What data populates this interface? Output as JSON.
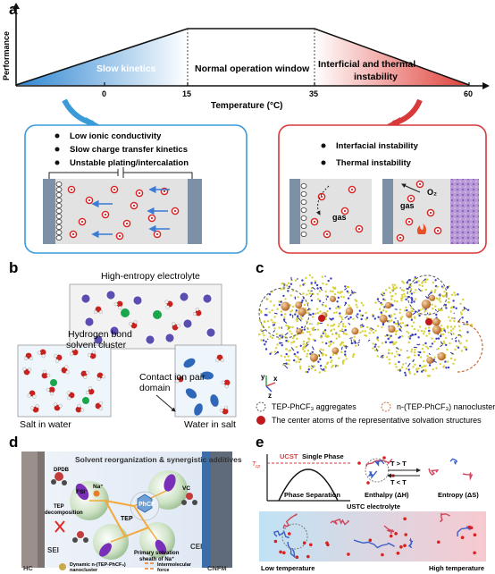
{
  "panels": {
    "a": {
      "letter": "a",
      "ylabel": "Performance",
      "xlabel": "Temperature (°C)",
      "ticks": [
        "0",
        "15",
        "35",
        "60"
      ],
      "regions": {
        "slow": "Slow kinetics",
        "normal": "Normal operation window",
        "high_line1": "Interficial and thermal",
        "high_line2": "instability"
      },
      "low_box": {
        "bullets": [
          "Low ionic conductivity",
          "Slow charge transfer kinetics",
          "Unstable plating/intercalation"
        ]
      },
      "high_box": {
        "bullets": [
          "Interfacial instability",
          "Thermal instability"
        ],
        "gas1": "gas",
        "gas2": "gas",
        "o2": "O₂"
      }
    },
    "b": {
      "letter": "b",
      "high_entropy": "High-entropy electrolyte",
      "hbond_line1": "Hydrogen bond",
      "hbond_line2": "solvent cluster",
      "contact_line1": "Contact ion pair",
      "contact_line2": "domain",
      "salt_in_water": "Salt in water",
      "water_in_salt": "Water in salt"
    },
    "c": {
      "letter": "c",
      "legend1": "TEP-PhCF₃ aggregates",
      "legend2": "n-(TEP-PhCF₃) nanoclusters",
      "legend3": "The center atoms of the representative solvation structures",
      "axis_y": "y",
      "axis_x": "x",
      "axis_z": "z"
    },
    "d": {
      "letter": "d",
      "title": "Solvent reorganization & synergistic additives",
      "dpdb": "DPDB",
      "fsi": "FSI⁻",
      "na": "Na⁺",
      "vc": "VC",
      "phcf": "PhCF",
      "tep": "TEP",
      "tep_decomp_line1": "TEP",
      "tep_decomp_line2": "decomposition",
      "sei": "SEI",
      "cei": "CEI",
      "hc": "HC",
      "cnfm": "CNFM",
      "primary_line1": "Primary solvation",
      "primary_line2": "sheath of Na⁺",
      "legend_cluster_line1": "Dynamic n-(TEP-PhCF₃)",
      "legend_cluster_line2": "nanocluster",
      "legend_force_line1": "Intermolecular",
      "legend_force_line2": "force"
    },
    "e": {
      "letter": "e",
      "ucst": "UCST",
      "single_phase": "Single Phase",
      "phase_sep": "Phase Separation",
      "tcp": "T",
      "tcp_sub": "cp",
      "t_gt": "T > T",
      "t_lt": "T < T",
      "enthalpy": "Enthalpy (ΔH)",
      "entropy": "Entropy (ΔS)",
      "electrolyte": "USTC electrolyte",
      "low_temp": "Low temperature",
      "high_temp": "High temperature"
    }
  },
  "colors": {
    "cold": "#3b8fd6",
    "hot": "#e2443d",
    "ion_red": "#d92121",
    "electrode": "#7f93a8",
    "cell_bg": "#e3e3e3",
    "cluster_purple": "#6c3aa8",
    "yellow_mol": "#d9d23a"
  }
}
